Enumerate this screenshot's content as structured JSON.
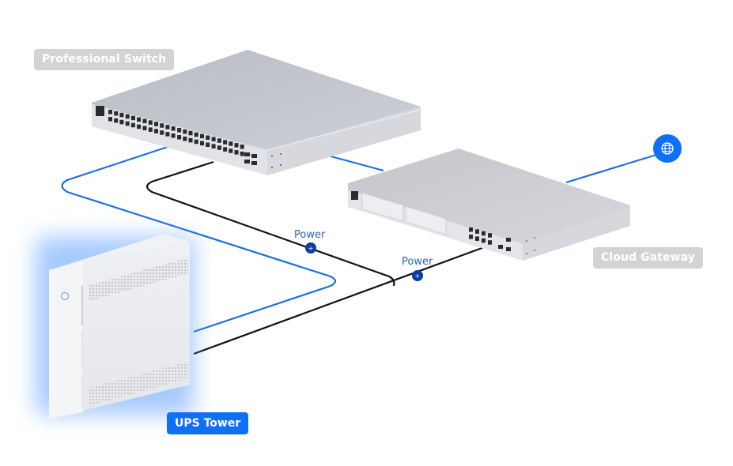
{
  "devices": {
    "switch": {
      "label": "Professional Switch",
      "ports": 48,
      "sfp_ports": 4
    },
    "gateway": {
      "label": "Cloud Gateway",
      "ports": 8,
      "drive_bays": 2
    },
    "ups": {
      "label": "UPS Tower"
    }
  },
  "connections": [
    {
      "from": "UPS Tower",
      "to": "Professional Switch",
      "type": "data",
      "color": "#1f6fe0"
    },
    {
      "from": "UPS Tower",
      "to": "Professional Switch",
      "type": "power",
      "label": "Power",
      "color": "#111111"
    },
    {
      "from": "UPS Tower",
      "to": "Cloud Gateway",
      "type": "power",
      "label": "Power",
      "color": "#111111"
    },
    {
      "from": "Professional Switch",
      "to": "Cloud Gateway",
      "type": "data",
      "color": "#1f6fe0"
    },
    {
      "from": "Cloud Gateway",
      "to": "Internet",
      "type": "data",
      "color": "#1f6fe0"
    }
  ],
  "internet": {
    "icon": "globe-icon"
  },
  "power_labels": [
    "Power",
    "Power"
  ],
  "colors": {
    "accent": "#0f6ff5",
    "data_cable": "#1f6fe0",
    "power_cable": "#111111",
    "power_marker": "#0a3f9e",
    "inactive_label_bg": "#d3d3d5",
    "device_top": "#c3c5cc",
    "device_front": "#e3e4e8"
  }
}
